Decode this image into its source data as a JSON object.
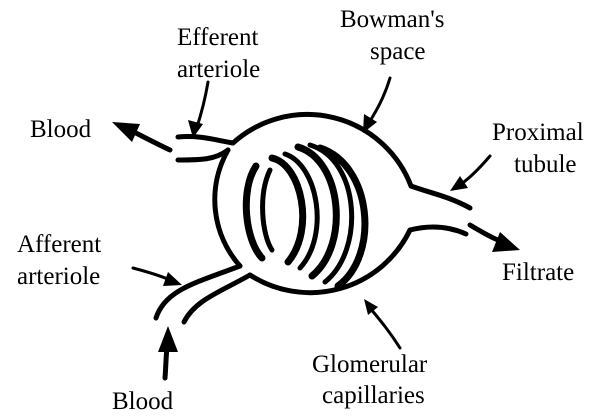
{
  "labels": {
    "efferent_arteriole_1": "Efferent",
    "efferent_arteriole_2": "arteriole",
    "bowmans_space_1": "Bowman's",
    "bowmans_space_2": "space",
    "blood_out": "Blood",
    "proximal_tubule_1": "Proximal",
    "proximal_tubule_2": "tubule",
    "afferent_arteriole_1": "Afferent",
    "afferent_arteriole_2": "arteriole",
    "filtrate": "Filtrate",
    "glomerular_capillaries_1": "Glomerular",
    "glomerular_capillaries_2": "capillaries",
    "blood_in": "Blood"
  },
  "colors": {
    "ink": "#000000",
    "background": "#ffffff"
  }
}
